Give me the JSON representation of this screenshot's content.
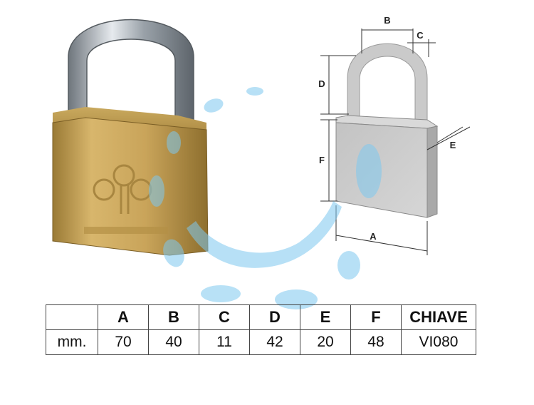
{
  "diagram": {
    "dimension_letters": [
      "A",
      "B",
      "C",
      "D",
      "E",
      "F"
    ]
  },
  "table": {
    "headers": [
      "",
      "A",
      "B",
      "C",
      "D",
      "E",
      "F",
      "CHIAVE"
    ],
    "row_label": "mm.",
    "values": [
      "70",
      "40",
      "11",
      "42",
      "20",
      "48",
      "VI080"
    ]
  },
  "colors": {
    "brass": "#c8a45a",
    "steel": "#b9bec4",
    "diagram_gray": "#c9c9c9",
    "watermark_blue": "#7ec8ef"
  }
}
